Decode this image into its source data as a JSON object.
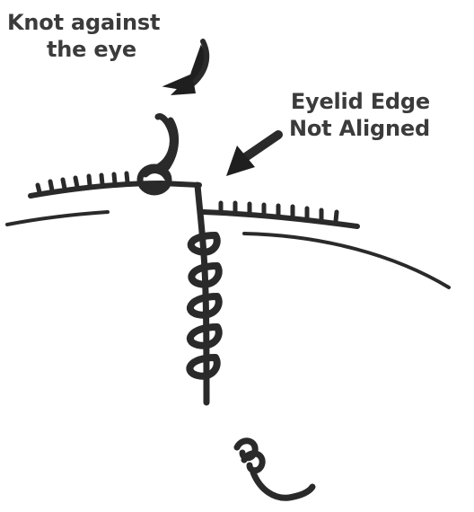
{
  "labels": {
    "knot_line_1": "Knot against",
    "knot_line_2": "the eye",
    "edge_line_1": "Eyelid Edge",
    "edge_line_2": "Not Aligned"
  },
  "colors": {
    "ink": "#2a2a2a",
    "text": "#3b3b3b",
    "background": "#ffffff"
  }
}
